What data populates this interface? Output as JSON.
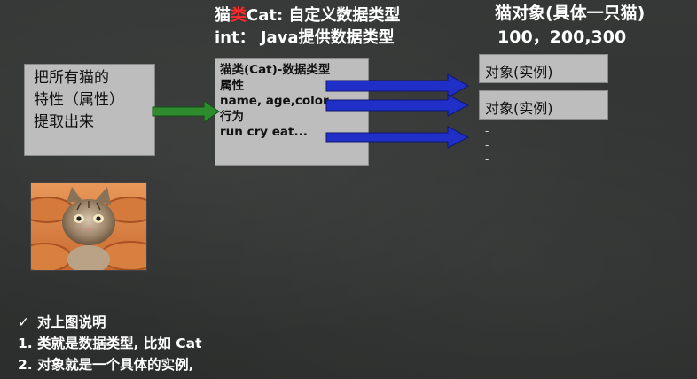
{
  "header": {
    "line1_prefix": "猫",
    "line1_red": "类",
    "line1_suffix": "Cat: 自定义数据类型",
    "line2": "int： Java提供数据类型",
    "right_line1": "猫对象(具体一只猫)",
    "right_line2": "100，200,300"
  },
  "left_box": {
    "lines": [
      "把所有猫的",
      "特性（属性）",
      " 提取出来"
    ]
  },
  "class_box": {
    "lines": [
      "猫类(Cat)-数据类型",
      "属性",
      "name, age,color.",
      "行为",
      "run  cry eat..."
    ]
  },
  "objects": [
    {
      "label": "对象(实例)"
    },
    {
      "label": "对象(实例)"
    }
  ],
  "dashes": [
    "-",
    "-",
    "-"
  ],
  "notes": {
    "check": "✓",
    "line1": "对上图说明",
    "line2": "1. 类就是数据类型, 比如 Cat",
    "line3": "2. 对象就是一个具体的实例,"
  },
  "colors": {
    "green_arrow": "#2e8b2e",
    "blue_arrow": "#1f2fc8",
    "box_gray": "#bdbdbd",
    "highlight_red": "#ff2a2a"
  },
  "image": {
    "kitten": "photo-of-kitten-in-flower-pots"
  }
}
